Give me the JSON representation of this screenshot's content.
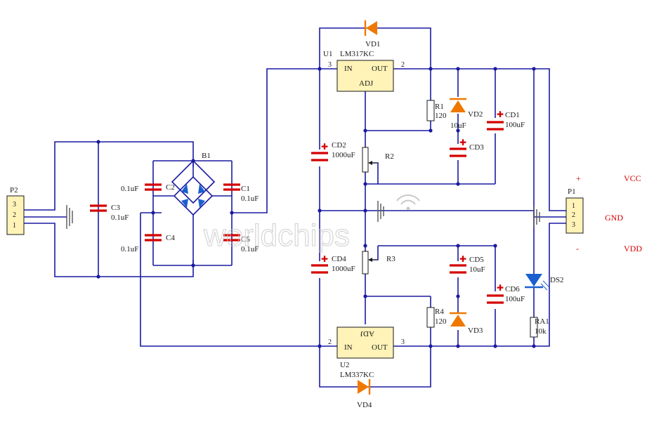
{
  "connectors": {
    "p2": {
      "ref": "P2",
      "pins": [
        "3",
        "2",
        "1"
      ]
    },
    "p1": {
      "ref": "P1",
      "pins": [
        "1",
        "2",
        "3"
      ]
    }
  },
  "bridge": {
    "ref": "B1"
  },
  "regulators": {
    "u1": {
      "ref": "U1",
      "part": "LM317KC",
      "in": "IN",
      "out": "OUT",
      "adj": "ADJ",
      "pin_in": "3",
      "pin_out": "2"
    },
    "u2": {
      "ref": "U2",
      "part": "LM337KC",
      "in": "IN",
      "out": "OUT",
      "adj": "ADJ",
      "pin_in": "2",
      "pin_out": "3"
    }
  },
  "capacitors": {
    "c1": {
      "ref": "C1",
      "value": "0.1uF"
    },
    "c2": {
      "ref": "C2",
      "value": "0.1uF"
    },
    "c3": {
      "ref": "C3",
      "value": "0.1uF"
    },
    "c4": {
      "ref": "C4",
      "value": "0.1uF"
    },
    "c5": {
      "ref": "C5",
      "value": "0.1uF"
    },
    "cd1": {
      "ref": "CD1",
      "value": "100uF"
    },
    "cd2": {
      "ref": "CD2",
      "value": "1000uF"
    },
    "cd3": {
      "ref": "CD3",
      "value": "10uF"
    },
    "cd4": {
      "ref": "CD4",
      "value": "1000uF"
    },
    "cd5": {
      "ref": "CD5",
      "value": "10uF"
    },
    "cd6": {
      "ref": "CD6",
      "value": "100uF"
    }
  },
  "resistors": {
    "r1": {
      "ref": "R1",
      "value": "120"
    },
    "r2": {
      "ref": "R2"
    },
    "r3": {
      "ref": "R3"
    },
    "r4": {
      "ref": "R4",
      "value": "120"
    },
    "ra1": {
      "ref": "RA1",
      "value": "10k"
    }
  },
  "diodes": {
    "vd1": {
      "ref": "VD1"
    },
    "vd2": {
      "ref": "VD2"
    },
    "vd3": {
      "ref": "VD3"
    },
    "vd4": {
      "ref": "VD4"
    },
    "ds2": {
      "ref": "DS2"
    }
  },
  "outputs": {
    "plus": "+",
    "vcc": "VCC",
    "gnd": "GND",
    "minus": "-",
    "vdd": "VDD"
  },
  "watermark": "worldchips",
  "colors": {
    "wire": "#1a1aa0",
    "component": "#d40000",
    "diode": "#f07800",
    "led": "#1a5fd0",
    "ic_fill": "#fff3b8"
  }
}
